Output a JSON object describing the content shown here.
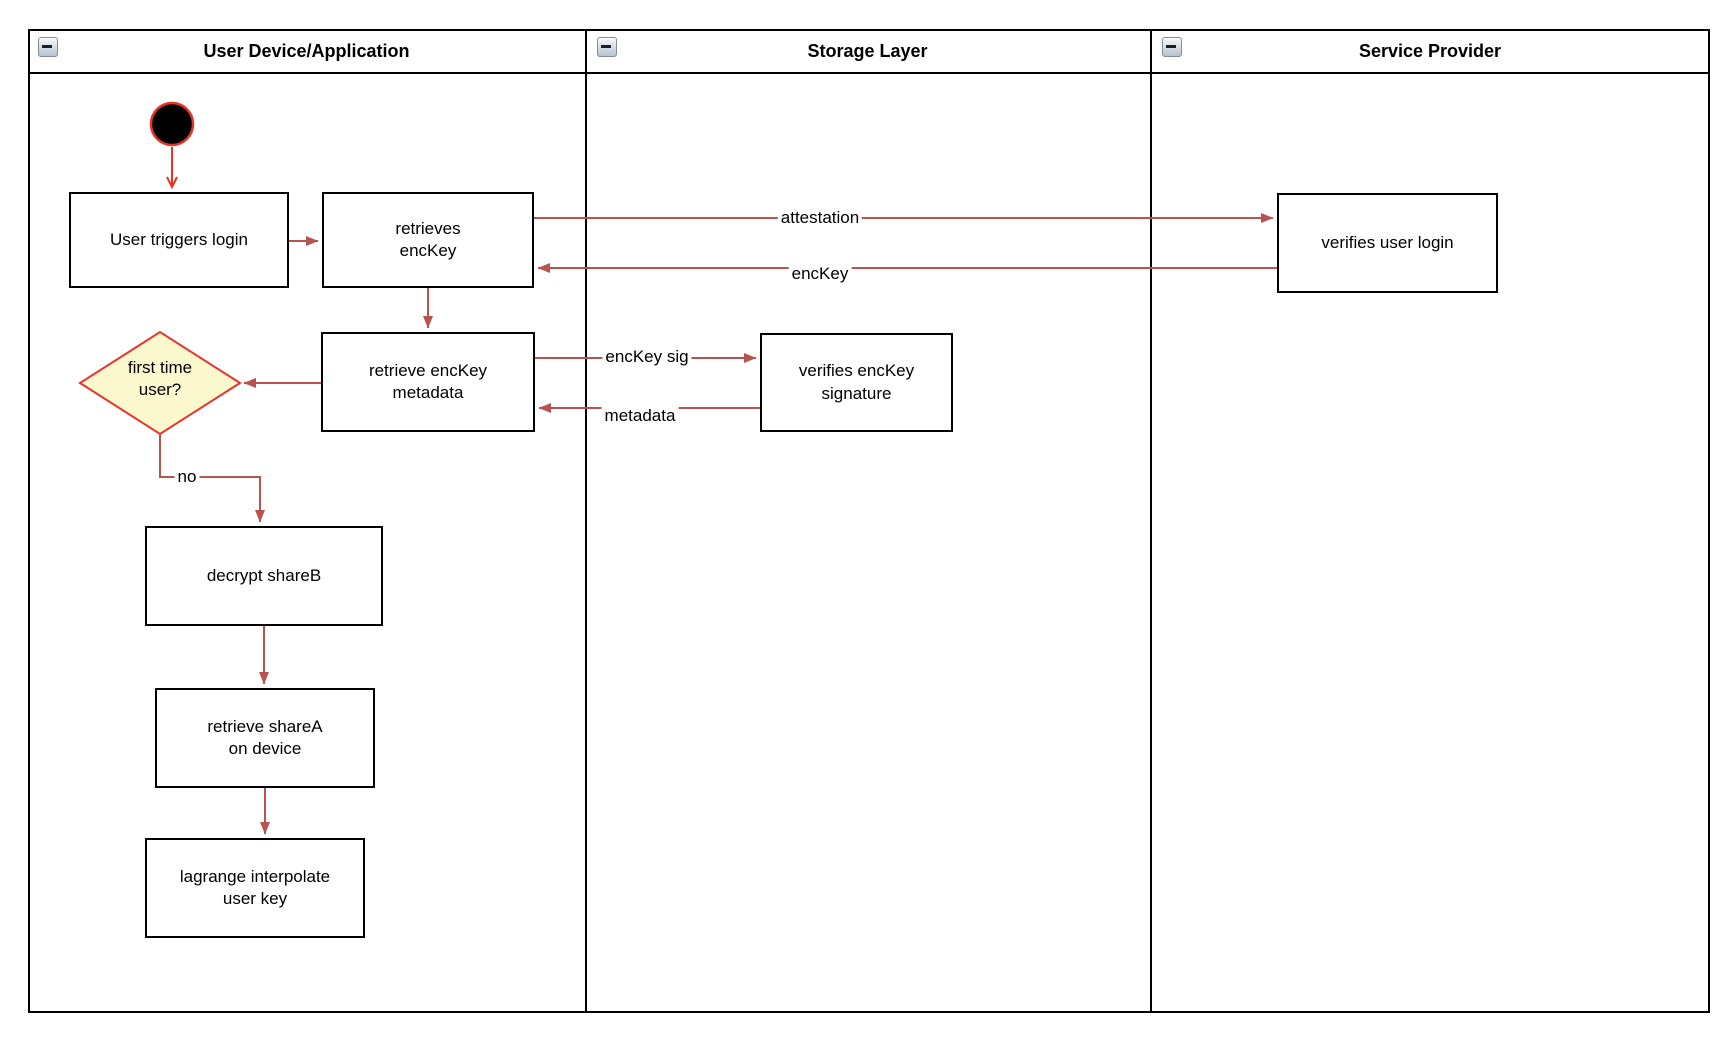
{
  "diagram": {
    "type": "swimlane-activity-diagram",
    "lanes": [
      {
        "id": "user-device",
        "title": "User Device/Application",
        "collapse_icon": "minus"
      },
      {
        "id": "storage-layer",
        "title": "Storage Layer",
        "collapse_icon": "minus"
      },
      {
        "id": "service-provider",
        "title": "Service Provider",
        "collapse_icon": "minus"
      }
    ],
    "nodes": {
      "start": {
        "type": "initial-node"
      },
      "user_triggers_login": {
        "lines": [
          "User triggers login"
        ]
      },
      "retrieves_enckey": {
        "lines": [
          "retrieves",
          "encKey"
        ]
      },
      "retrieve_enckey_metadata": {
        "lines": [
          "retrieve encKey",
          "metadata"
        ]
      },
      "first_time_user": {
        "type": "decision",
        "lines": [
          "first time",
          "user?"
        ]
      },
      "decrypt_shareb": {
        "lines": [
          "decrypt shareB"
        ]
      },
      "retrieve_sharea": {
        "lines": [
          "retrieve shareA",
          "on device"
        ]
      },
      "lagrange_interpolate": {
        "lines": [
          "lagrange interpolate",
          "user key"
        ]
      },
      "verifies_enckey_signature": {
        "lines": [
          "verifies encKey",
          "signature"
        ]
      },
      "verifies_user_login": {
        "lines": [
          "verifies user login"
        ]
      }
    },
    "edge_labels": {
      "attestation": "attestation",
      "enckey": "encKey",
      "enckey_sig": "encKey sig",
      "metadata": "metadata",
      "no": "no"
    },
    "colors": {
      "arrow": "#B85450",
      "start_arrow": "#E93323",
      "decision_fill": "#FCF8CE",
      "decision_stroke": "#E8342C",
      "node_border": "#000000",
      "lane_border": "#000000",
      "initial_node_fill": "#000000"
    }
  }
}
